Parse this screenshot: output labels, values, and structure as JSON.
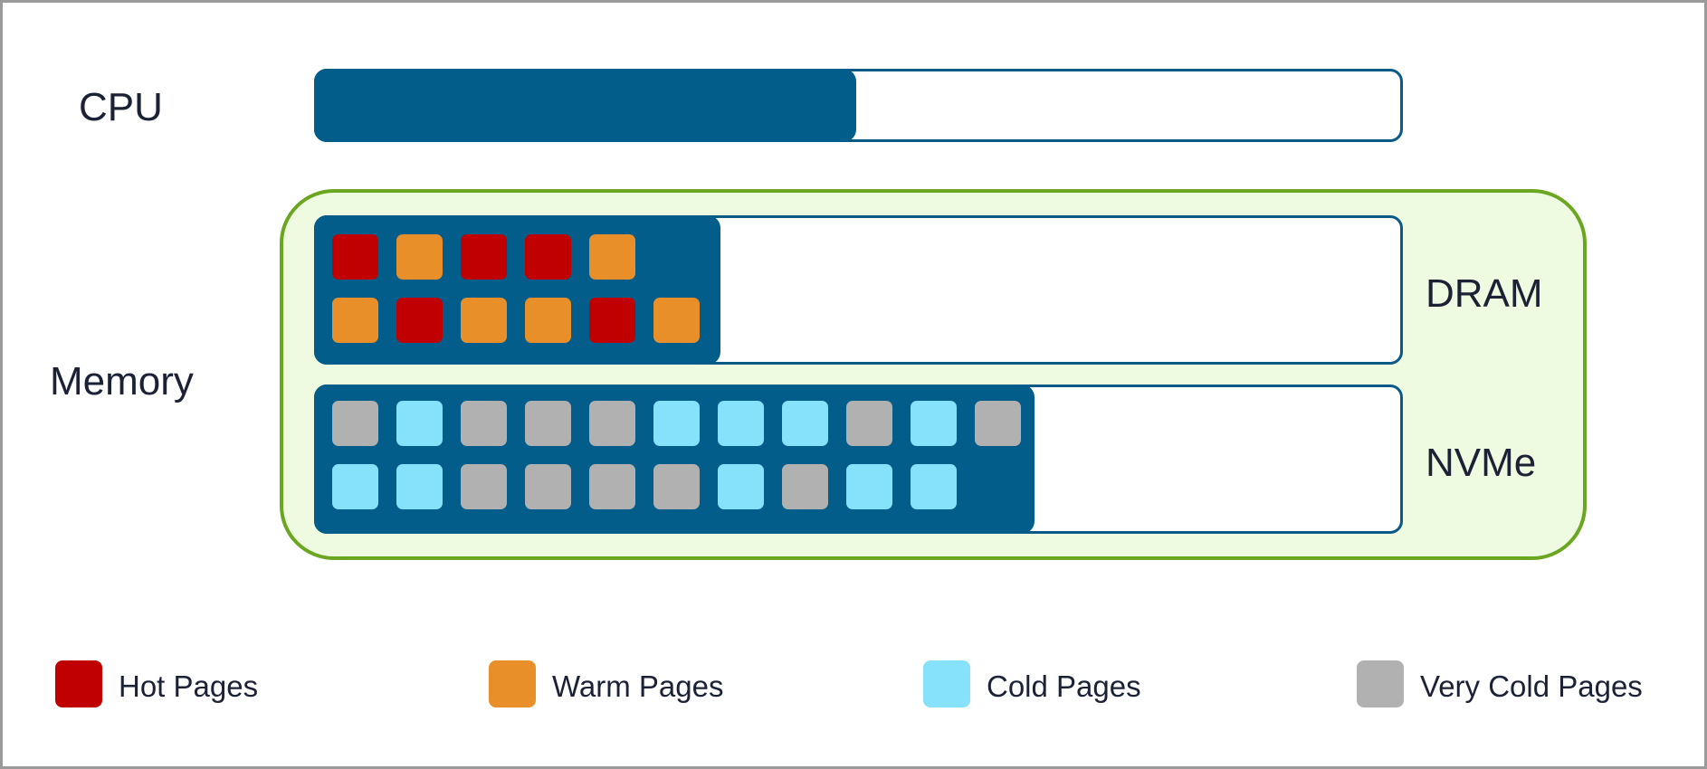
{
  "colors": {
    "bar_fill": "#035d8b",
    "bar_border": "#0b5a86",
    "memory_border": "#6aa620",
    "memory_background": "#eefbe1",
    "hot": "#c00000",
    "warm": "#e88f2a",
    "cold": "#86e1fb",
    "very_cold": "#b1b1b1"
  },
  "labels": {
    "cpu": "CPU",
    "memory": "Memory",
    "dram": "DRAM",
    "nvme": "NVMe"
  },
  "cpu": {
    "utilization": 0.5
  },
  "dram": {
    "fill_fraction": 0.375,
    "pages": [
      [
        "hot",
        "warm",
        "hot",
        "hot",
        "warm"
      ],
      [
        "warm",
        "hot",
        "warm",
        "warm",
        "hot",
        "warm"
      ]
    ]
  },
  "nvme": {
    "fill_fraction": 0.665,
    "pages": [
      [
        "very_cold",
        "cold",
        "very_cold",
        "very_cold",
        "very_cold",
        "cold",
        "cold",
        "cold",
        "very_cold",
        "cold",
        "very_cold"
      ],
      [
        "cold",
        "cold",
        "very_cold",
        "very_cold",
        "very_cold",
        "very_cold",
        "cold",
        "very_cold",
        "cold",
        "cold"
      ]
    ]
  },
  "legend": [
    {
      "key": "hot",
      "label": "Hot Pages"
    },
    {
      "key": "warm",
      "label": "Warm Pages"
    },
    {
      "key": "cold",
      "label": "Cold Pages"
    },
    {
      "key": "very_cold",
      "label": "Very Cold Pages"
    }
  ]
}
